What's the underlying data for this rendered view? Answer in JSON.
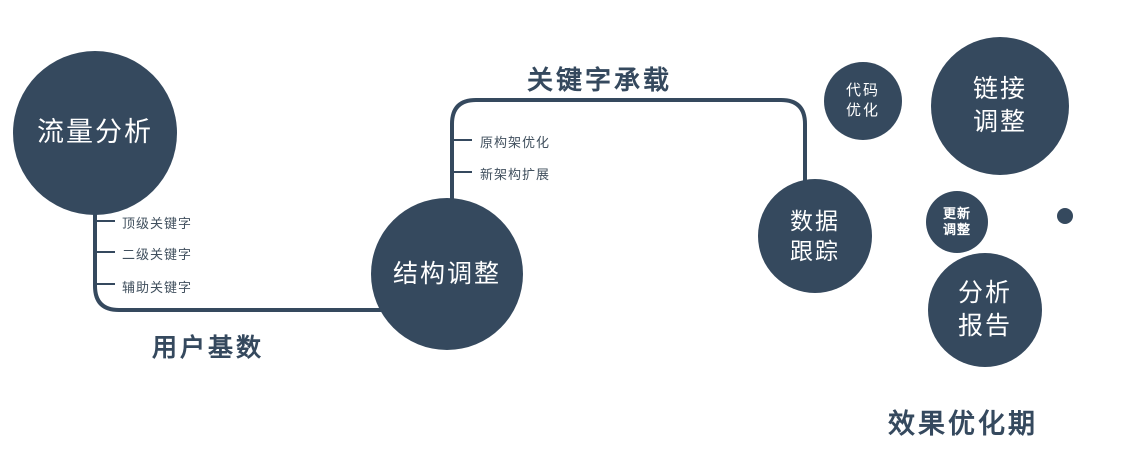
{
  "diagram": {
    "colors": {
      "node_fill": "#35495e",
      "line": "#35495e",
      "text_on_node": "#ffffff",
      "label_text": "#35495e"
    },
    "nodes": {
      "traffic": {
        "label": "流量分析"
      },
      "structure": {
        "label": "结构调整"
      },
      "tracking": {
        "label": "数据\n跟踪"
      },
      "code": {
        "label": "代码\n优化"
      },
      "link": {
        "label": "链接\n调整"
      },
      "update": {
        "label": "更新\n调整"
      },
      "report": {
        "label": "分析\n报告"
      }
    },
    "edge_labels": {
      "user_base": "用户基数",
      "keyword_carrier": "关键字承载"
    },
    "traffic_ticks": [
      {
        "label": "顶级关键字"
      },
      {
        "label": "二级关键字"
      },
      {
        "label": "辅助关键字"
      }
    ],
    "structure_ticks": [
      {
        "label": "原构架优化"
      },
      {
        "label": "新架构扩展"
      }
    ],
    "footer_label": "效果优化期"
  }
}
